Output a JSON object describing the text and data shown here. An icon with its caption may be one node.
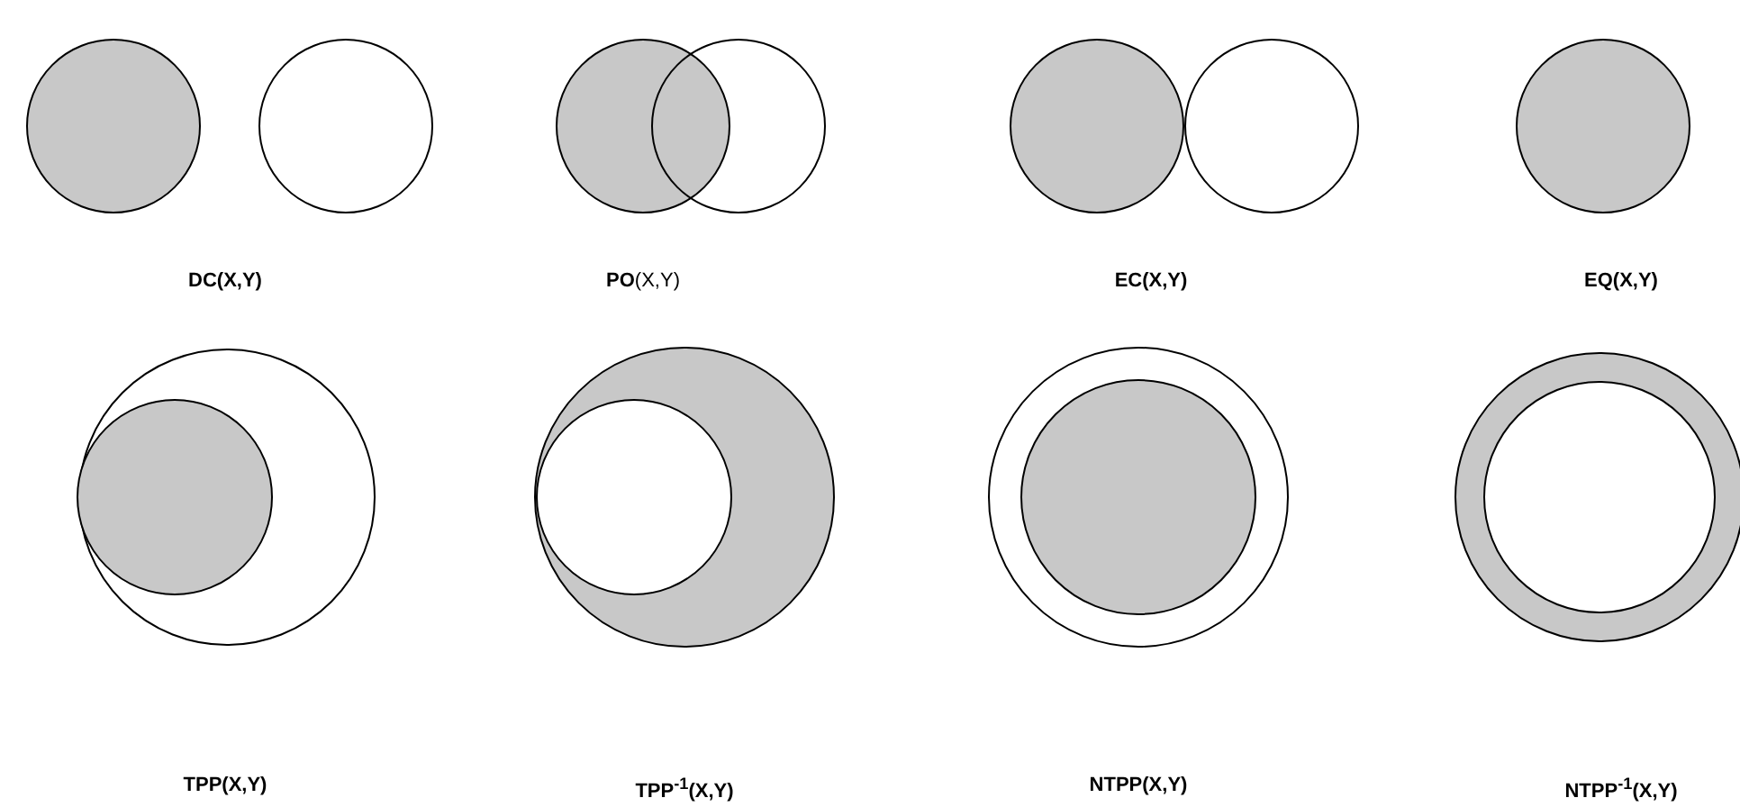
{
  "diagram": {
    "labels": [
      "DC(X,Y)",
      "**PO**(X,Y)",
      "EC(X,Y)",
      "EQ(X,Y)",
      "TPP(X,Y)",
      "TPP$^{-1}$(X,Y)",
      "NTPP(X,Y)",
      "NTPP$^{-1}$(X,Y)"
    ]
  }
}
